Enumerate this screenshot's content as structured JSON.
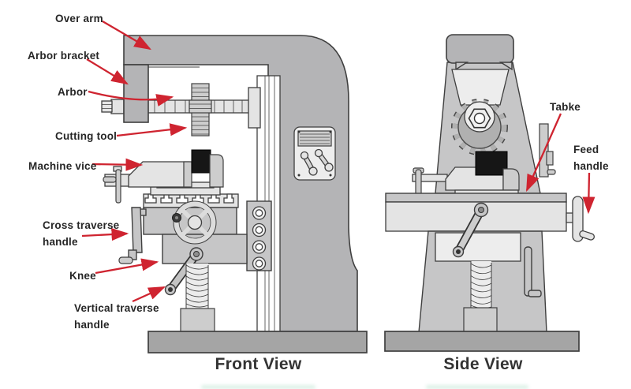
{
  "labels": {
    "over_arm": "Over arm",
    "arbor_bracket": "Arbor bracket",
    "arbor": "Arbor",
    "cutting_tool": "Cutting tool",
    "machine_vice": "Machine vice",
    "cross_traverse_handle": "Cross traverse handle",
    "knee": "Knee",
    "vertical_traverse_handle": "Vertical traverse handle",
    "table": "Tabke",
    "feed_handle": "Feed handle"
  },
  "captions": {
    "front": "Front View",
    "side": "Side View"
  },
  "colors": {
    "background": "#ffffff",
    "outline": "#3f3f3f",
    "arrow_red": "#cf2430",
    "label_text": "#262626",
    "caption_text": "#333333",
    "frame_gray": "#b4b4b6",
    "part_gray": "#c6c6c7",
    "part_light": "#e4e4e4",
    "panel_light": "#ededed",
    "base_gray": "#a5a5a5",
    "black_part": "#161616"
  }
}
